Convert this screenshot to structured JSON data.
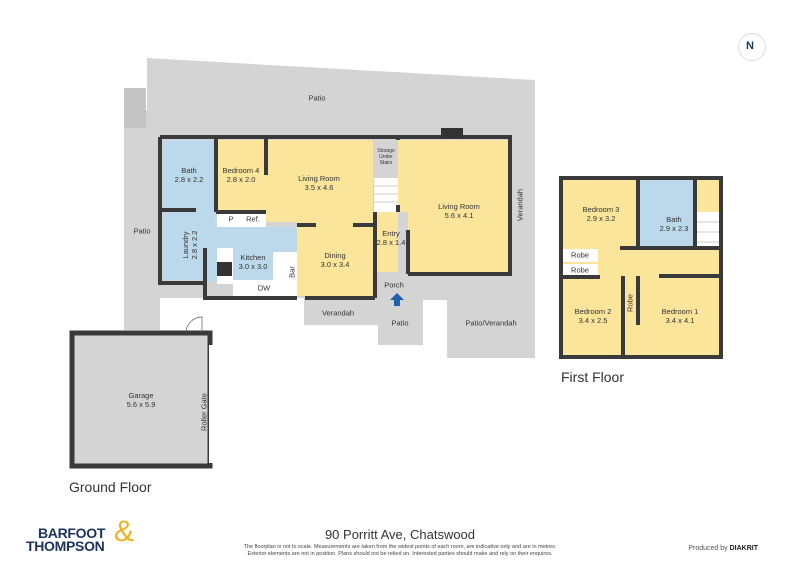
{
  "title": "90 Porritt Ave, Chatswood",
  "disclaimer": [
    "The floorplan is not to scale. Measurements are taken from the widest points of each room, are indicative only and are in metres.",
    "Exterior elements are not in position. Plans should not be relied on. Interested parties should make and rely on their enquires."
  ],
  "produced_by": {
    "prefix": "Produced by",
    "brand": "DIAKRIT"
  },
  "logo": {
    "line1": "BARFOOT",
    "line2": "THOMPSON",
    "amp": "&"
  },
  "compass": {
    "label": "N",
    "icon": "north-arrow-icon"
  },
  "colors": {
    "wet": "#bcd9ec",
    "living": "#fbe59b",
    "exterior": "#d4d4d4",
    "wall": "#3a3a3a",
    "accent": "#1f5fae"
  },
  "ground_floor": {
    "title": "Ground Floor",
    "rooms": {
      "bath": {
        "name": "Bath",
        "size": "2.8 x 2.2"
      },
      "bedroom4": {
        "name": "Bedroom 4",
        "size": "2.8 x 2.0"
      },
      "living1": {
        "name": "Living Room",
        "size": "3.5 x 4.6"
      },
      "living2": {
        "name": "Living Room",
        "size": "5.6 x 4.1"
      },
      "laundry": {
        "name": "Laundry",
        "size": "2.8 x 2.2"
      },
      "kitchen": {
        "name": "Kitchen",
        "size": "3.0 x 3.0"
      },
      "dining": {
        "name": "Dining",
        "size": "3.0 x 3.4"
      },
      "entry": {
        "name": "Entry",
        "size": "2.8 x 1.4"
      },
      "garage": {
        "name": "Garage",
        "size": "5.6 x 5.9"
      }
    },
    "labels": {
      "storage": [
        "Storage",
        "Under",
        "Stairs"
      ],
      "pantry": "P",
      "ref": "Ref.",
      "dw": "DW",
      "bar": "Bar",
      "porch": "Porch",
      "patio_top": "Patio",
      "patio_left": "Patio",
      "patio_front": "Patio",
      "verandah_side": "Verandah",
      "verandah_front": "Verandah",
      "patio_verandah": "Patio/Verandah",
      "roller_gate": "Roller Gate"
    }
  },
  "first_floor": {
    "title": "First Floor",
    "rooms": {
      "bedroom3": {
        "name": "Bedroom 3",
        "size": "2.9 x 3.2"
      },
      "bath": {
        "name": "Bath",
        "size": "2.9 x 2.3"
      },
      "bedroom2": {
        "name": "Bedroom 2",
        "size": "3.4 x 2.5"
      },
      "bedroom1": {
        "name": "Bedroom 1",
        "size": "3.4 x 4.1"
      }
    },
    "labels": {
      "robe1": "Robe",
      "robe2": "Robe",
      "robe3": "Robe"
    }
  }
}
